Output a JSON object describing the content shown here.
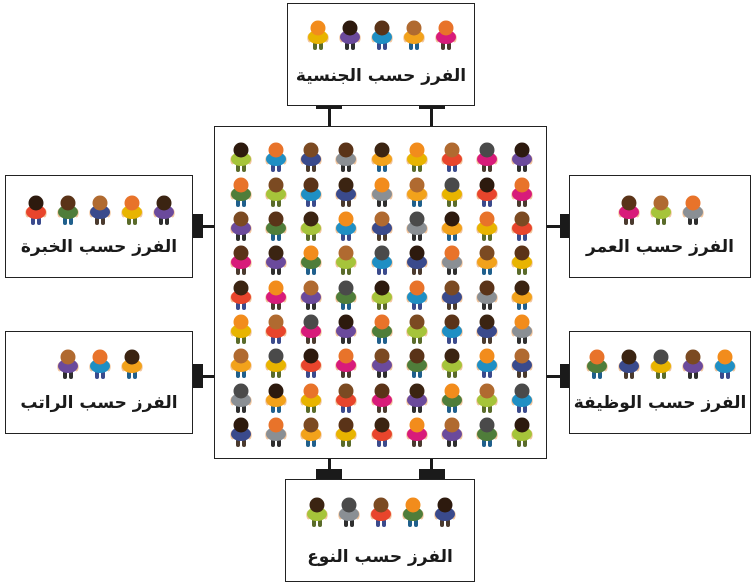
{
  "center": {
    "rows": 9,
    "cols": 9
  },
  "colors": {
    "shirts": [
      "#1f8fc4",
      "#f2a21b",
      "#d81b7a",
      "#a6c43a",
      "#8a8f94",
      "#e8452c",
      "#4f7d3a",
      "#3a4a8c",
      "#e8b400",
      "#6b4a9c"
    ],
    "hair": [
      "#5a3318",
      "#2d1a0e",
      "#f28c1c",
      "#7b4a22",
      "#4a4a4a",
      "#3b2412",
      "#e8732a",
      "#b06a30"
    ],
    "legs": [
      "#3a4a8c",
      "#2e2e2e",
      "#5a6b2a",
      "#4a3a2e",
      "#1f5f8c"
    ]
  },
  "boxes": [
    {
      "id": "nationality",
      "label": "الفرز حسب الجنسية",
      "people_count": 5
    },
    {
      "id": "experience",
      "label": "الفرز حسب الخبرة",
      "people_count": 5
    },
    {
      "id": "age",
      "label": "الفرز حسب العمر",
      "people_count": 3
    },
    {
      "id": "salary",
      "label": "الفرز حسب الراتب",
      "people_count": 3
    },
    {
      "id": "job",
      "label": "الفرز حسب الوظيفة",
      "people_count": 5
    },
    {
      "id": "gender",
      "label": "الفرز حسب النوع",
      "people_count": 5
    }
  ]
}
